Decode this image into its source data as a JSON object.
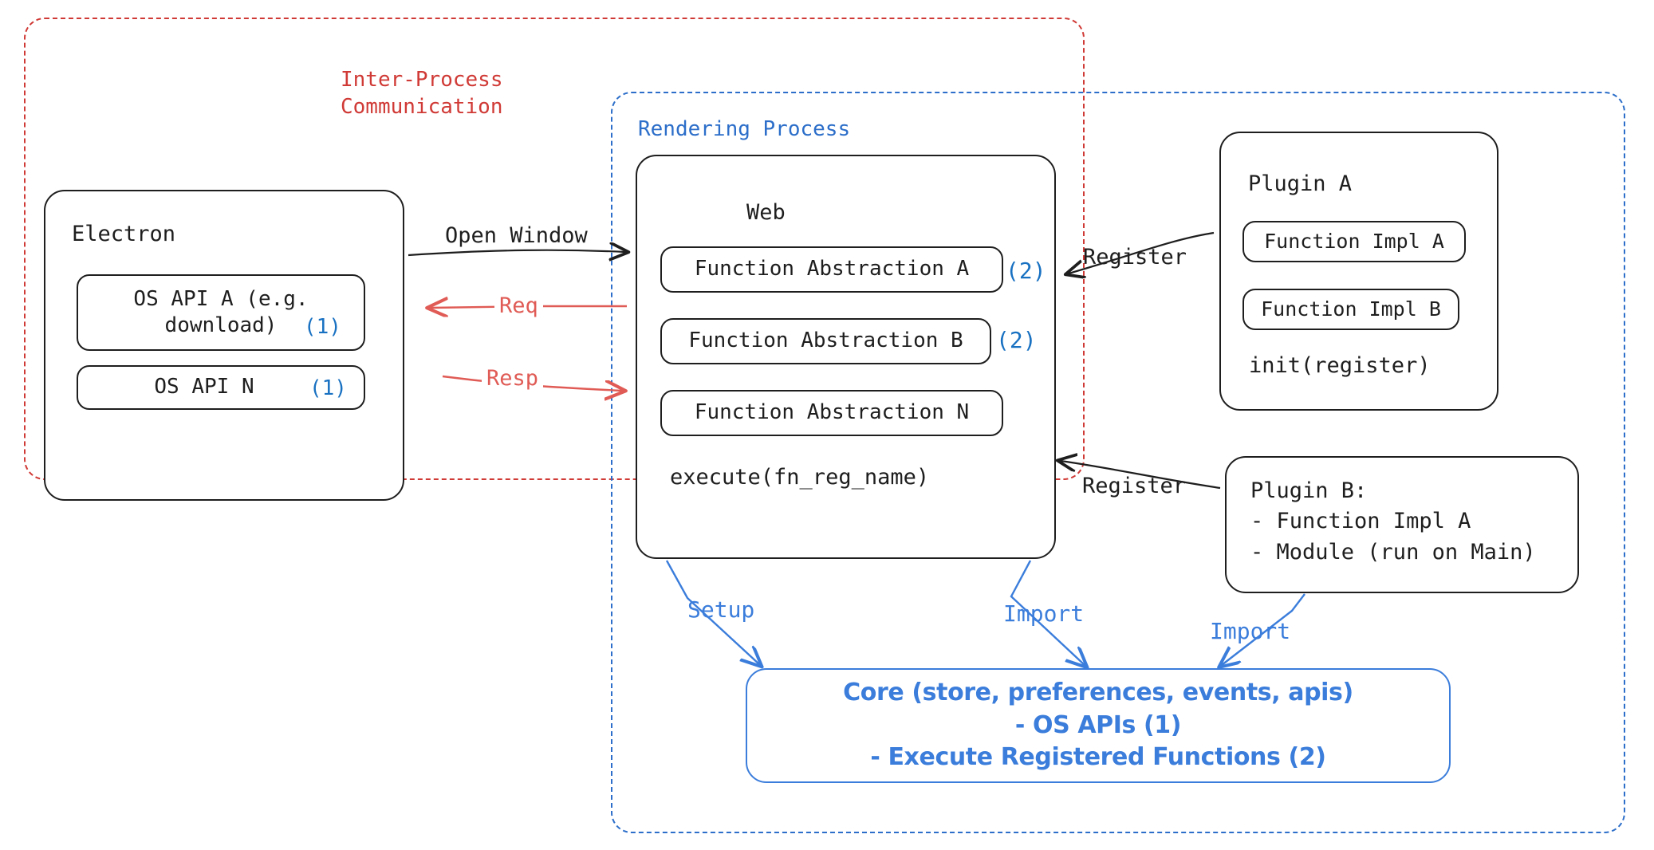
{
  "diagram": {
    "title": "Electron plugin architecture",
    "colors": {
      "ink": "#1e1e1e",
      "red": "#d03a36",
      "red_arrow": "#e05b55",
      "blue": "#2c6ec9",
      "blue_arrow": "#3b7ddb",
      "marker_blue": "#1971c2",
      "background": "#ffffff"
    }
  },
  "groups": {
    "ipc": {
      "title": "Inter-Process\nCommunication",
      "color": "#d03a36",
      "style": "dashed"
    },
    "rendering": {
      "title": "Rendering Process",
      "color": "#2c6ec9",
      "style": "dashed"
    }
  },
  "electron": {
    "title": "Electron",
    "apis": [
      {
        "label": "OS API A (e.g.\ndownload)",
        "marker": "(1)"
      },
      {
        "label": "OS API N",
        "marker": "(1)"
      }
    ]
  },
  "web": {
    "title": "Web",
    "abstractions": [
      {
        "label": "Function Abstraction A",
        "marker": "(2)"
      },
      {
        "label": "Function Abstraction B",
        "marker": "(2)"
      },
      {
        "label": "Function Abstraction N",
        "marker": ""
      }
    ],
    "footer": "execute(fn_reg_name)"
  },
  "plugin_a": {
    "title": "Plugin A",
    "items": [
      "Function Impl A",
      "Function Impl B"
    ],
    "footer": "init(register)"
  },
  "plugin_b": {
    "lines": "Plugin B:\n- Function Impl A\n- Module (run on Main)"
  },
  "core": {
    "text": "Core (store, preferences, events, apis)\n- OS APIs (1)\n- Execute Registered Functions (2)"
  },
  "edges": [
    {
      "name": "open-window",
      "label": "Open Window",
      "color": "#1e1e1e"
    },
    {
      "name": "req",
      "label": "Req",
      "color": "#e05b55"
    },
    {
      "name": "resp",
      "label": "Resp",
      "color": "#e05b55"
    },
    {
      "name": "register-plugin-a",
      "label": "Register",
      "color": "#1e1e1e"
    },
    {
      "name": "register-plugin-b",
      "label": "Register",
      "color": "#1e1e1e"
    },
    {
      "name": "setup",
      "label": "Setup",
      "color": "#3b7ddb"
    },
    {
      "name": "import-web",
      "label": "Import",
      "color": "#3b7ddb"
    },
    {
      "name": "import-plugin-b",
      "label": "Import",
      "color": "#3b7ddb"
    }
  ]
}
